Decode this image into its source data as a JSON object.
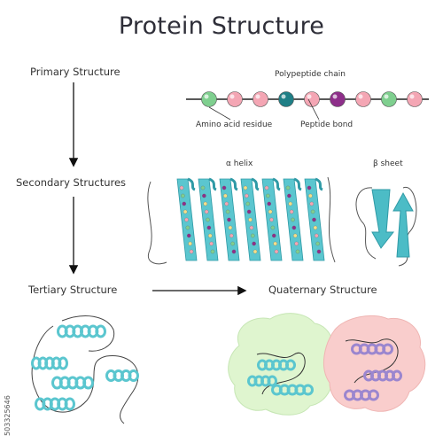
{
  "title": "Protein Structure",
  "stages": {
    "primary": "Primary Structure",
    "secondary": "Secondary Structures",
    "tertiary": "Tertiary Structure",
    "quaternary": "Quaternary Structure"
  },
  "primary_labels": {
    "chain": "Polypeptide chain",
    "residue": "Amino acid residue",
    "bond": "Peptide bond"
  },
  "secondary_labels": {
    "alpha": "α helix",
    "beta": "β sheet"
  },
  "bead_colors": [
    "#7fcf8f",
    "#f4a6b4",
    "#f4a6b4",
    "#1f7f86",
    "#f4a6b4",
    "#8e2f8a",
    "#f4a6b4",
    "#7fcf8f",
    "#f4a6b4"
  ],
  "colors": {
    "helix": "#5bc6cf",
    "helix_dark": "#2f9aa6",
    "green_blob": "#dff5cf",
    "pink_blob": "#f9cdcc",
    "purple_helix": "#9b86cf"
  },
  "watermark": "503325646"
}
